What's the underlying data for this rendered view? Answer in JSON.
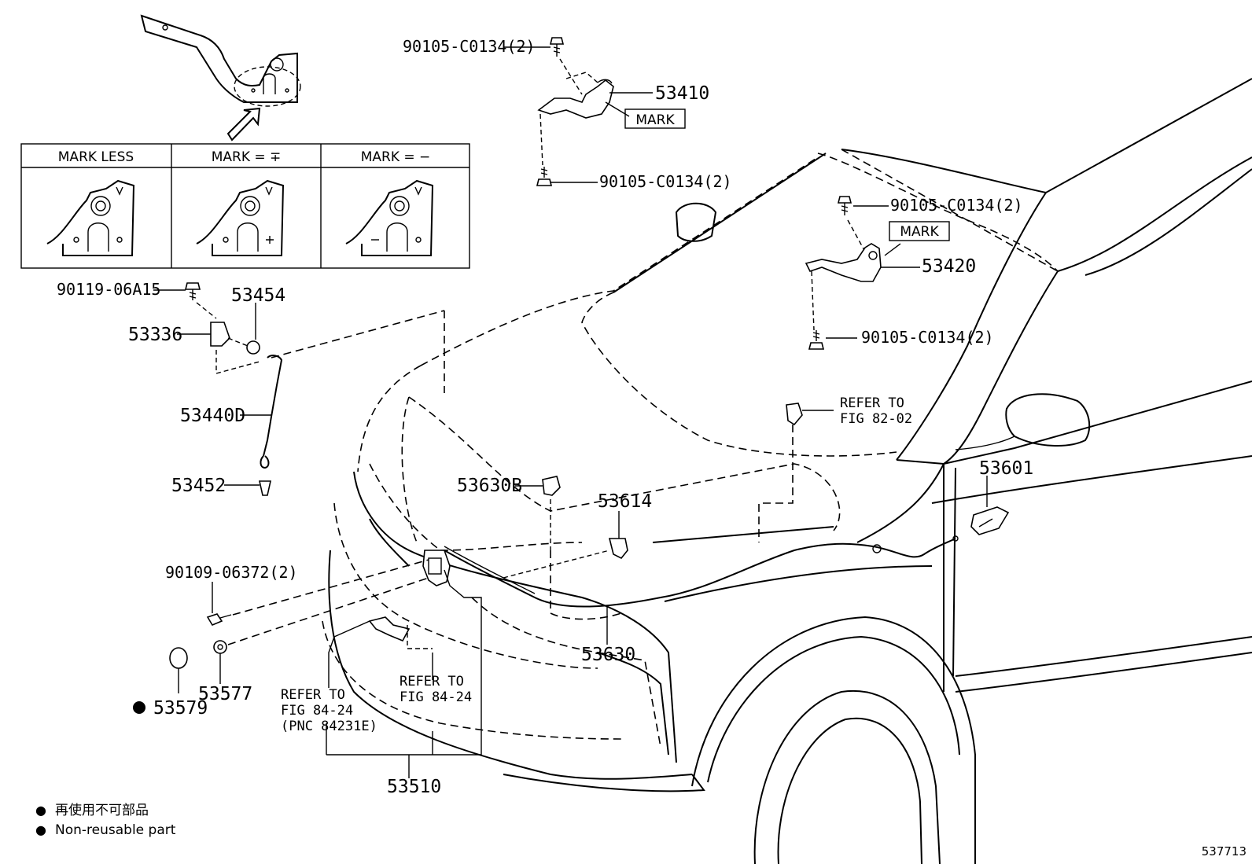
{
  "diagram_id": "537713",
  "mark_table": {
    "headers": [
      "MARK LESS",
      "MARK = ∓",
      "MARK = −"
    ]
  },
  "mark_tags": [
    "MARK",
    "MARK"
  ],
  "part_labels": {
    "p53410": "53410",
    "p53420": "53420",
    "bolt_a_top": "90105-C0134(2)",
    "bolt_a_bottom": "90105-C0134(2)",
    "bolt_b_top": "90105-C0134(2)",
    "bolt_b_bottom": "90105-C0134(2)",
    "p90119": "90119-06A15",
    "p53454": "53454",
    "p53336": "53336",
    "p53440D": "53440D",
    "p53452": "53452",
    "p53630B": "53630B",
    "p53614": "53614",
    "p53601": "53601",
    "p53630": "53630",
    "p90109": "90109-06372(2)",
    "p53579": "53579",
    "p53577": "53577",
    "p53510": "53510"
  },
  "refer_notes": {
    "fig8202": [
      "REFER TO",
      "FIG 82-02"
    ],
    "fig8424_left": [
      "REFER TO",
      "FIG 84-24",
      "(PNC 84231E)"
    ],
    "fig8424_right": [
      "REFER TO",
      "FIG 84-24"
    ]
  },
  "legend": [
    {
      "symbol": "●",
      "text": "再使用不可部品"
    },
    {
      "symbol": "●",
      "text": "Non-reusable part"
    }
  ]
}
